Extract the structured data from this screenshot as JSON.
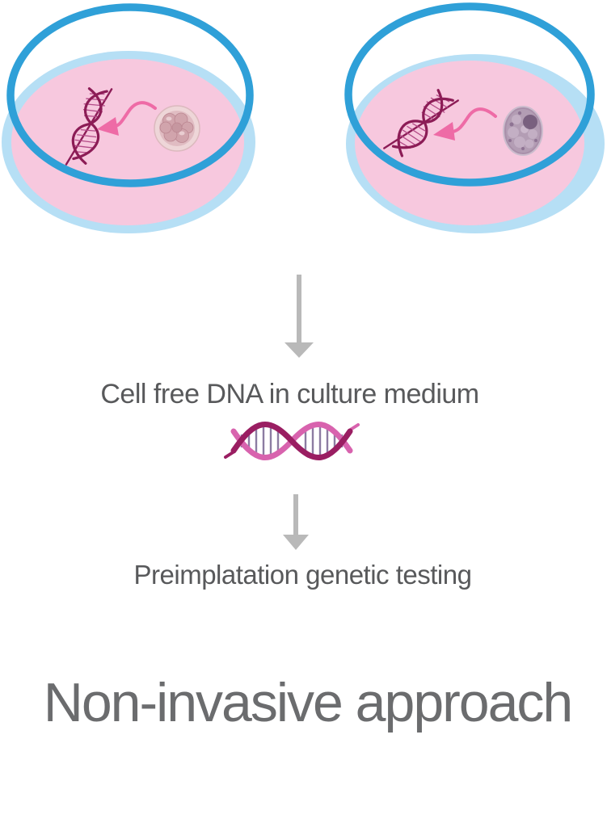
{
  "flow": {
    "step1_label": "Cell free DNA in culture medium",
    "step2_label": "Preimplatation genetic testing",
    "caption": "Non-invasive approach"
  },
  "icons": {
    "dish_left": "petri-dish-icon",
    "dish_right": "petri-dish-icon",
    "dish_left_embryo": "cleavage-embryo-icon",
    "dish_right_embryo": "blastocyst-icon",
    "dish_dna": "dna-fragment-icon",
    "release_arrow": "curved-release-arrow-icon",
    "flow_arrow": "down-arrow-icon",
    "center_helix": "dna-helix-icon"
  },
  "colors": {
    "page_bg": "#ffffff",
    "dish_rim": "#2fa0d8",
    "dish_body": "#b6dff5",
    "culture_medium": "#f7c8de",
    "release_arrow": "#ee6ba6",
    "dna_dark": "#8c1c56",
    "dna_hatch": "#b34a87",
    "helix_strand_dark": "#9a1e62",
    "helix_strand_light": "#d863ae",
    "helix_rung": "#8c7ca2",
    "flow_arrow": "#b9b9b9",
    "step_text": "#58595b",
    "caption_text": "#6b6c6e",
    "embryo_outer": "#eed6d8",
    "embryo_inner": "#e0bcc2",
    "embryo_cell": "#d1a4ac",
    "embryo_cell_edge": "#bb8691",
    "blastocyst_base": "#a990aa",
    "blastocyst_light": "#c3afc4",
    "blastocyst_dark": "#6e5675"
  }
}
